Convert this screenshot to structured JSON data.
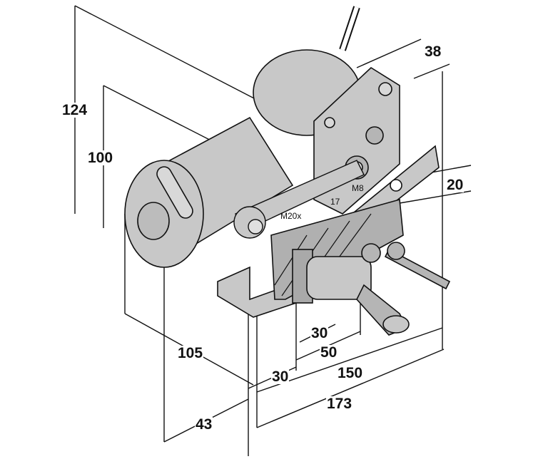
{
  "title": "Wiper motor assembly dimension drawing",
  "colors": {
    "body_fill": "#c8c8c8",
    "body_dark": "#a9a9a9",
    "line": "#111111",
    "background": "#ffffff"
  },
  "dimensions": {
    "height_total": "124",
    "height_motor": "100",
    "depth_plate": "38",
    "bracket_height": "20",
    "thread": "M20x",
    "thread_pitch": "17",
    "bolt": "M8",
    "spindle_30": "30",
    "spindle_50": "50",
    "offset_30": "30",
    "width_150": "150",
    "width_173": "173",
    "motor_length": "105",
    "base_43": "43"
  }
}
